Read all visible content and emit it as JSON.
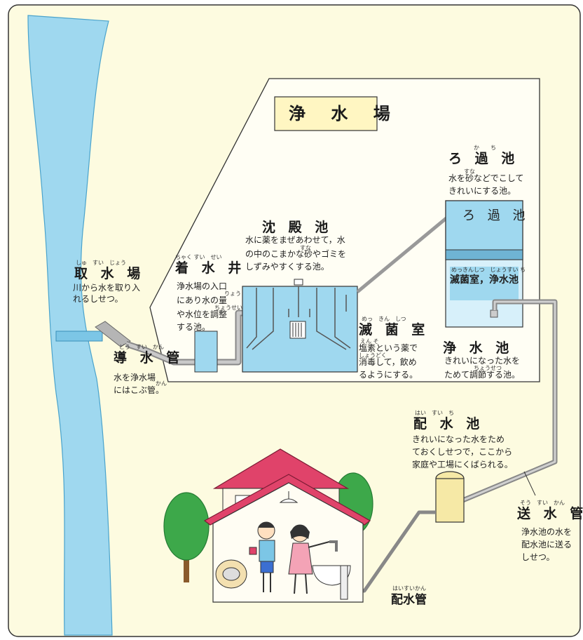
{
  "title": "浄 水 場",
  "intake": {
    "ruby": "しゅ　すい　じょう",
    "name": "取 水 場",
    "desc": [
      "川から水を取り入",
      "れるしせつ。"
    ]
  },
  "conduit": {
    "ruby": "どう　すい　かん",
    "name": "導 水 管",
    "desc": [
      "水を浄水場",
      "にはこぶ管。"
    ],
    "ruby_small": "かん"
  },
  "receiving_well": {
    "ruby": "ちゃく すい　せい",
    "name": "着 水 井",
    "desc": [
      "浄水場の入口",
      "にあり水の量",
      "や水位を調整",
      "する池。"
    ],
    "ruby_small": [
      "りょう",
      "ちょうせい"
    ]
  },
  "sedimentation": {
    "name": "沈 殿 池",
    "desc": [
      "水に薬をまぜあわせて，水",
      "の中のこまかな砂やゴミを",
      "しずみやすくする池。"
    ],
    "ruby_small": "すな"
  },
  "filtration": {
    "ruby": "か　　ち",
    "name": "ろ 過 池",
    "desc": [
      "水を砂などでこして",
      "きれいにする池。"
    ],
    "tank_label": "ろ 過 池",
    "ruby_small": "すな"
  },
  "disinfection_tank": {
    "ruby": "めっきんしつ　じょうすい ち",
    "label": "滅菌室，浄水池"
  },
  "disinfection": {
    "ruby": "めっ　きん　しつ",
    "name": "滅 菌 室",
    "desc": [
      "塩素という薬で",
      "消毒して，飲め",
      "るようにする。"
    ],
    "ruby_small": [
      "えん そ",
      "しょうどく"
    ]
  },
  "clean_reservoir": {
    "name": "浄 水 池",
    "desc": [
      "きれいになった水を",
      "ためて調節する池。"
    ],
    "ruby_small": "ちょうせつ"
  },
  "distribution_reservoir": {
    "ruby": "はい　すい　ち",
    "name": "配 水 池",
    "desc": [
      "きれいになった水をため",
      "ておくしせつで，ここから",
      "家庭や工場にくばられる。"
    ]
  },
  "transmission": {
    "ruby": "そう　すい　かん",
    "name": "送 水 管",
    "desc": [
      "浄水池の水を",
      "配水池に送る",
      "しせつ。"
    ]
  },
  "distribution_pipe": {
    "ruby": "はいすいかん",
    "name": "配水管"
  },
  "colors": {
    "background": "#fdfbe0",
    "water": "#9fd8ef",
    "water_light": "#d7f0fa",
    "pipe": "#a0a0a0",
    "roof": "#e0436a",
    "reservoir": "#f6e9a6",
    "tree": "#3da84a"
  }
}
